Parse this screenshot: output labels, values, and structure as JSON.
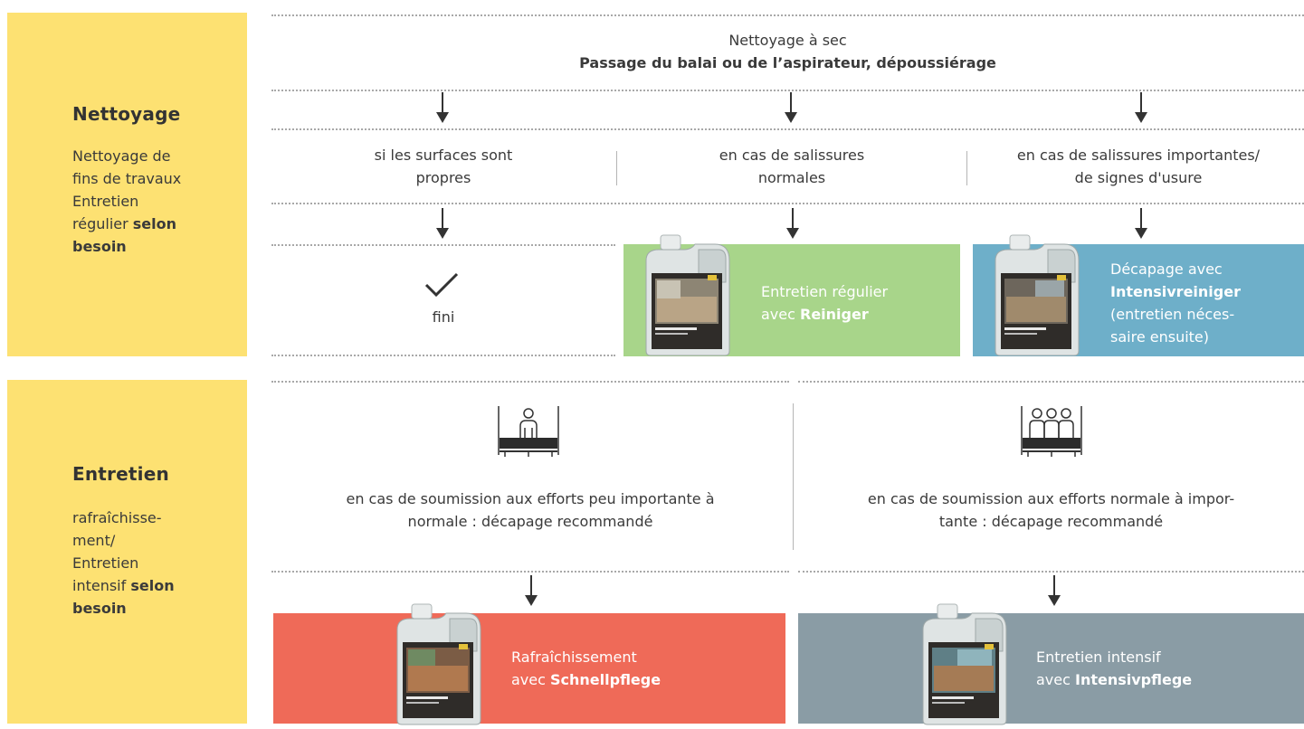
{
  "colors": {
    "sidebar": "#fde172",
    "reiniger_box": "#a8d58a",
    "intensivreiniger_box": "#6eafc9",
    "schnellpflege_box": "#ef6a58",
    "intensivpflege_box": "#8a9ca5",
    "text": "#3a3a3a"
  },
  "sections": {
    "cleaning": {
      "title": "Nettoyage",
      "desc_line1": "Nettoyage de",
      "desc_line2": "fins de travaux",
      "desc_line3": "Entretien",
      "desc_line4_plain": "régulier ",
      "desc_line4_bold": "selon",
      "desc_line5_bold": "besoin"
    },
    "maintenance": {
      "title": "Entretien",
      "desc_line1": "rafraîchisse-",
      "desc_line2": "ment/",
      "desc_line3": "Entretien",
      "desc_line4_plain": "intensif ",
      "desc_line4_bold": "selon",
      "desc_line5_bold": "besoin"
    }
  },
  "dry_cleaning": {
    "line1": "Nettoyage à sec",
    "line2": "Passage du balai ou de l’aspirateur, dépoussiérage"
  },
  "conditions": [
    {
      "line1": "si les surfaces sont",
      "line2": "propres"
    },
    {
      "line1": "en cas de salissures",
      "line2": "normales"
    },
    {
      "line1": "en cas de salissures importantes/",
      "line2": "de signes d'usure"
    }
  ],
  "done": {
    "icon": "checkmark-icon",
    "label": "fini"
  },
  "products_cleaning": [
    {
      "line1": "Entretien régulier",
      "line2_plain": "avec ",
      "line2_bold": "Reiniger",
      "icon": "cleaner-jug-icon"
    },
    {
      "line1": "Décapage avec",
      "line2_bold": "Intensivreiniger",
      "line3": "(entretien néces-",
      "line4": "saire ensuite)",
      "icon": "cleaner-jug-icon"
    }
  ],
  "load": [
    {
      "icon": "single-person-floor-icon",
      "line1": "en cas de soumission aux efforts peu importante à",
      "line2": "normale : décapage recommandé"
    },
    {
      "icon": "group-persons-floor-icon",
      "line1": "en cas de soumission aux efforts normale à impor-",
      "line2": "tante : décapage recommandé"
    }
  ],
  "products_maintenance": [
    {
      "line1": "Rafraîchissement",
      "line2_plain": "avec ",
      "line2_bold": "Schnellpflege",
      "icon": "care-jug-icon"
    },
    {
      "line1": "Entretien intensif",
      "line2_plain": "avec ",
      "line2_bold": "Intensivpflege",
      "icon": "care-jug-icon"
    }
  ]
}
